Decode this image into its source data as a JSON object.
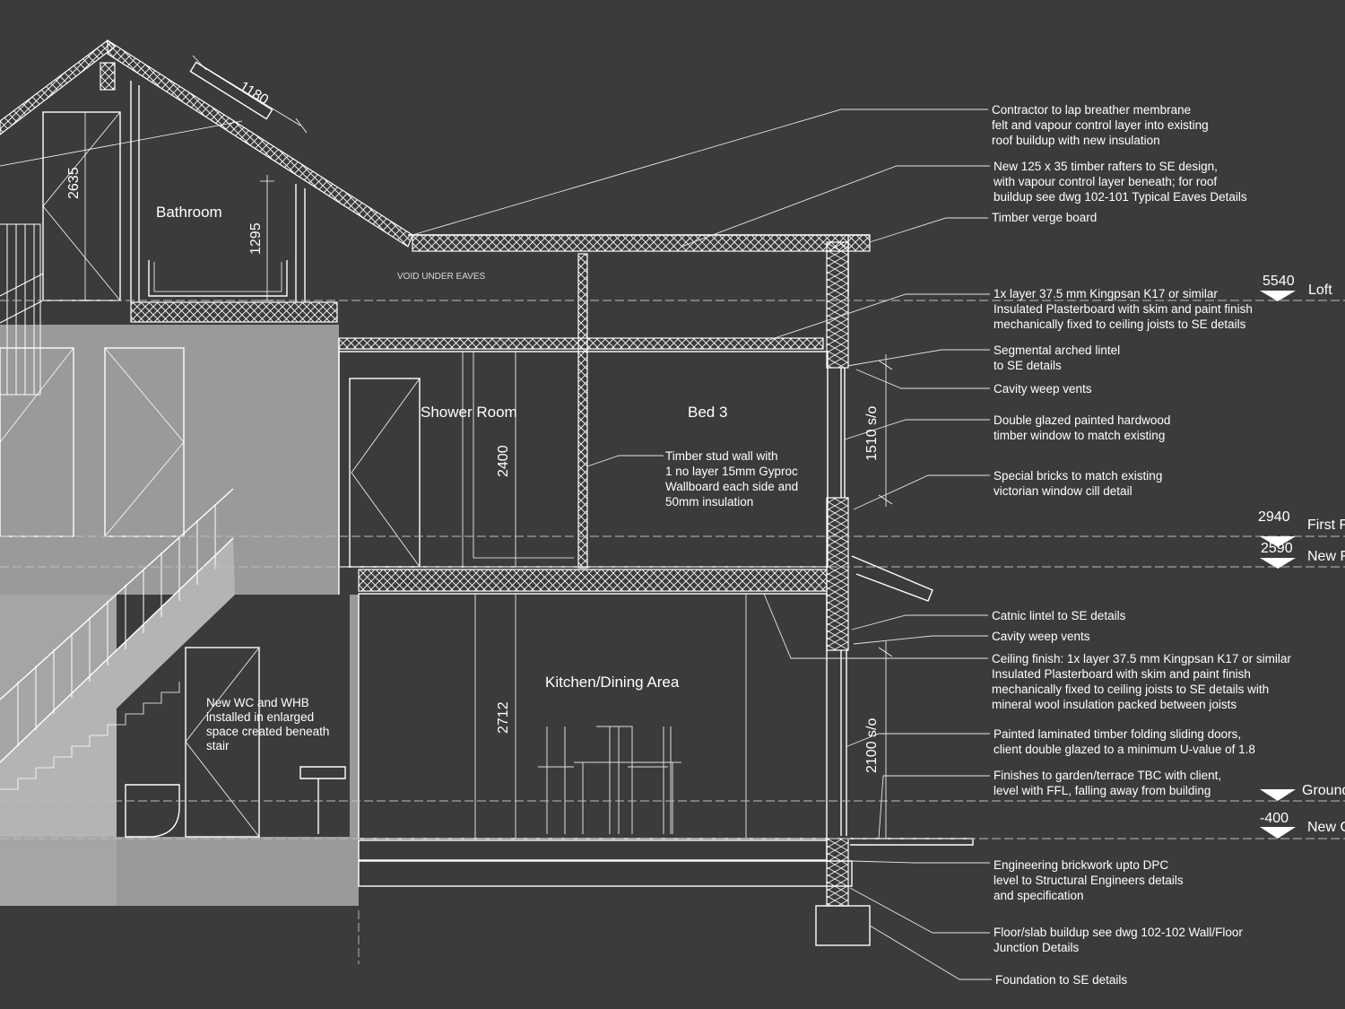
{
  "rooms": {
    "bathroom": "Bathroom",
    "shower_room": "Shower Room",
    "bed3": "Bed 3",
    "kitchen": "Kitchen/Dining Area"
  },
  "labels": {
    "void": "VOID UNDER EAVES",
    "stud_wall": [
      "Timber stud wall with",
      "1 no layer 15mm Gyproc",
      "Wallboard each side and",
      "50mm insulation"
    ],
    "wc": [
      "New WC and WHB",
      "installed in enlarged",
      "space created beneath",
      "stair"
    ]
  },
  "dimensions": {
    "skylight": "1180",
    "bath_2635": "2635",
    "bath_1295": "1295",
    "shower_2400": "2400",
    "window_1510": "1510 s/o",
    "kitchen_2712": "2712",
    "door_2100": "2100 s/o"
  },
  "levels": [
    {
      "value": "5540",
      "name": "Loft"
    },
    {
      "value": "2940",
      "name": "First F"
    },
    {
      "value": "2590",
      "name": "New F"
    },
    {
      "value": "",
      "name": "Ground"
    },
    {
      "value": "-400",
      "name": "New G"
    }
  ],
  "notes": {
    "n1": [
      "Contractor to lap breather membrane",
      "felt and vapour control layer into existing",
      "roof buildup with new insulation"
    ],
    "n2": [
      "New 125 x 35 timber rafters to SE design,",
      "with vapour control layer  beneath; for roof",
      "buildup see dwg 102-101 Typical Eaves Details"
    ],
    "n3": [
      "Timber verge board"
    ],
    "n4": [
      "1x layer 37.5 mm Kingpsan K17 or similar",
      "Insulated Plasterboard with skim and paint finish",
      "mechanically fixed to ceiling joists to SE details"
    ],
    "n5": [
      "Segmental arched lintel",
      "to SE details"
    ],
    "n6": [
      "Cavity weep vents"
    ],
    "n7": [
      "Double glazed painted hardwood",
      "timber window to match existing"
    ],
    "n8": [
      "Special bricks to match existing",
      "victorian window cill detail"
    ],
    "n9": [
      "Catnic lintel to SE details"
    ],
    "n10": [
      "Cavity weep vents"
    ],
    "n11": [
      "Ceiling finish: 1x layer 37.5 mm Kingpsan K17 or similar",
      "Insulated Plasterboard with skim and paint finish",
      "mechanically fixed to ceiling joists to SE details with",
      "mineral wool insulation packed between joists"
    ],
    "n12": [
      "Painted laminated timber folding sliding doors,",
      "client double glazed to a minimum U-value of 1.8"
    ],
    "n13": [
      "Finishes to garden/terrace TBC with client,",
      "level with FFL, falling away from building"
    ],
    "n14": [
      "Engineering brickwork upto DPC",
      "level to Structural Engineers details",
      "and specification"
    ],
    "n15": [
      "Floor/slab buildup see dwg 102-102 Wall/Floor",
      "Junction Details"
    ],
    "n16": [
      "Foundation to SE details"
    ]
  },
  "colors": {
    "background": "#3b3b3b",
    "existing_fill": "#9a9a9a",
    "lines": "#ffffff"
  }
}
